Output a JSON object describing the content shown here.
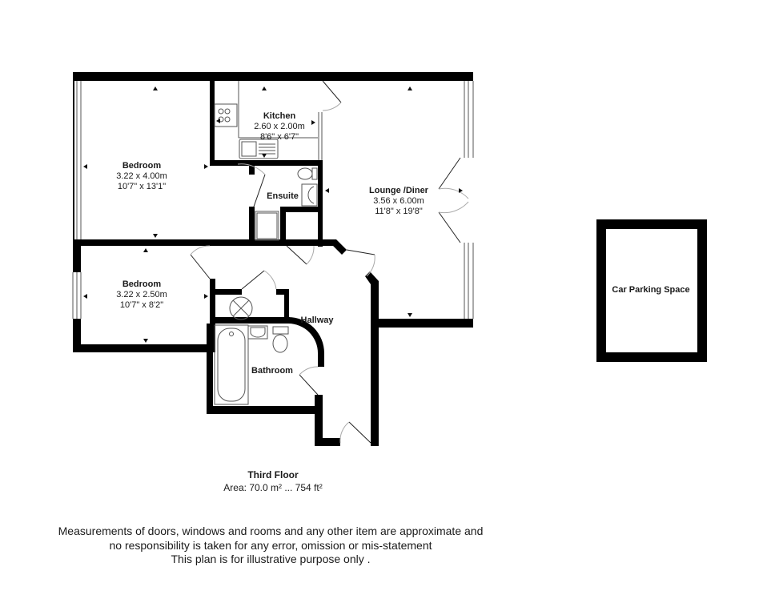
{
  "plan": {
    "floor": "Third Floor",
    "area": "Area: 70.0 m² ... 754 ft²",
    "colors": {
      "wall": "#000000",
      "fixture": "#555555",
      "door_arc": "#aaaaaa",
      "background": "#ffffff"
    },
    "rooms": [
      {
        "name": "Bedroom",
        "metric": "3.22 x 4.00m",
        "imperial": "10'7\" x 13'1\""
      },
      {
        "name": "Kitchen",
        "metric": "2.60 x 2.00m",
        "imperial": "8'6\" x 6'7\""
      },
      {
        "name": "Lounge /Diner",
        "metric": "3.56 x 6.00m",
        "imperial": "11'8\" x 19'8\""
      },
      {
        "name": "Ensuite"
      },
      {
        "name": "Bedroom",
        "metric": "3.22 x 2.50m",
        "imperial": "10'7\" x 8'2\""
      },
      {
        "name": "Hallway"
      },
      {
        "name": "Bathroom"
      }
    ],
    "parking": "Car Parking Space"
  },
  "disclaimer": {
    "line1": "Measurements of doors, windows and rooms and any other item are approximate and",
    "line2": "no responsibility is taken for any error, omission or mis-statement",
    "line3": "This plan is for illustrative purpose only ."
  }
}
